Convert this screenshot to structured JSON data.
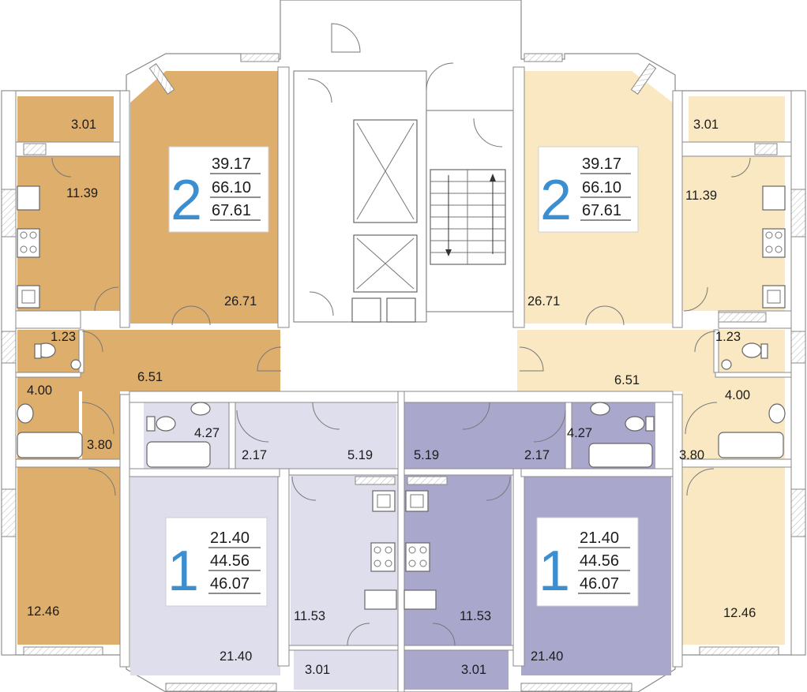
{
  "colors": {
    "apt_left_2room": "#deae6c",
    "apt_right_2room": "#f9e8c1",
    "apt_left_1room": "#dfdeed",
    "apt_right_1room": "#a9a7cb",
    "apt_number": "#3b8fd0",
    "wall": "#ffffff",
    "outline": "#8a8a8a"
  },
  "apartments": {
    "left_2room": {
      "rooms": [
        "3.01",
        "11.39",
        "26.71",
        "1.23",
        "6.51",
        "4.00",
        "3.80",
        "12.46"
      ],
      "badge": {
        "number": "2",
        "areas": [
          "39.17",
          "66.10",
          "67.61"
        ]
      }
    },
    "right_2room": {
      "rooms": [
        "3.01",
        "11.39",
        "26.71",
        "1.23",
        "6.51",
        "4.00",
        "3.80",
        "12.46"
      ],
      "badge": {
        "number": "2",
        "areas": [
          "39.17",
          "66.10",
          "67.61"
        ]
      }
    },
    "left_1room": {
      "rooms": [
        "4.27",
        "2.17",
        "5.19",
        "11.53",
        "21.40",
        "3.01"
      ],
      "badge": {
        "number": "1",
        "areas": [
          "21.40",
          "44.56",
          "46.07"
        ]
      }
    },
    "right_1room": {
      "rooms": [
        "4.27",
        "2.17",
        "5.19",
        "11.53",
        "21.40",
        "3.01"
      ],
      "badge": {
        "number": "1",
        "areas": [
          "21.40",
          "44.56",
          "46.07"
        ]
      }
    }
  },
  "icons": [
    "elevator-icon",
    "staircase-icon",
    "stove-icon",
    "sink-icon",
    "toilet-icon",
    "bathtub-icon",
    "door-swing-icon"
  ]
}
